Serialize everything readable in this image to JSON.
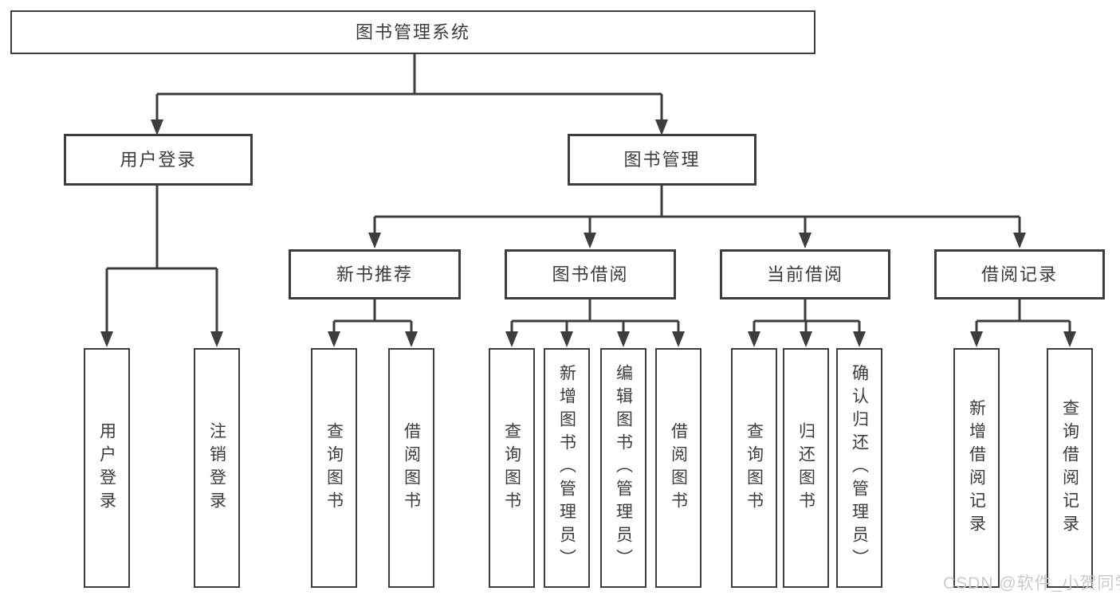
{
  "tree": {
    "label": "图书管理系统",
    "children": [
      {
        "label": "用户登录",
        "children": [
          {
            "label": "用户登录"
          },
          {
            "label": "注销登录"
          }
        ]
      },
      {
        "label": "图书管理",
        "children": [
          {
            "label": "新书推荐",
            "children": [
              {
                "label": "查询图书"
              },
              {
                "label": "借阅图书"
              }
            ]
          },
          {
            "label": "图书借阅",
            "children": [
              {
                "label": "查询图书"
              },
              {
                "label": "新增图书（管理员）"
              },
              {
                "label": "编辑图书（管理员）"
              },
              {
                "label": "借阅图书"
              }
            ]
          },
          {
            "label": "当前借阅",
            "children": [
              {
                "label": "查询图书"
              },
              {
                "label": "归还图书"
              },
              {
                "label": "确认归还（管理员）"
              }
            ]
          },
          {
            "label": "借阅记录",
            "children": [
              {
                "label": "新增借阅记录"
              },
              {
                "label": "查询借阅记录"
              }
            ]
          }
        ]
      }
    ]
  },
  "watermark": "CSDN @软件_小贺同学",
  "colors": {
    "line": "#3d3d3d",
    "text": "#3c3c3c",
    "box_background": "#ffffff",
    "page_background": "#ffffff",
    "watermark": "#cbcbcb"
  }
}
